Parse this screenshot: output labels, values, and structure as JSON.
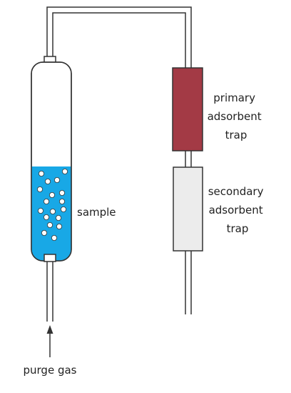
{
  "labels": {
    "primary_trap": [
      "primary",
      "adsorbent",
      "trap"
    ],
    "secondary_trap": [
      "secondary",
      "adsorbent",
      "trap"
    ],
    "sample": "sample",
    "purge_gas": "purge gas"
  },
  "colors": {
    "outline": "#333333",
    "primary_trap_fill": "#a33a45",
    "secondary_trap_fill": "#ececec",
    "sample_liquid": "#18a8e6",
    "bubble": "#ffffff",
    "text": "#222222"
  }
}
